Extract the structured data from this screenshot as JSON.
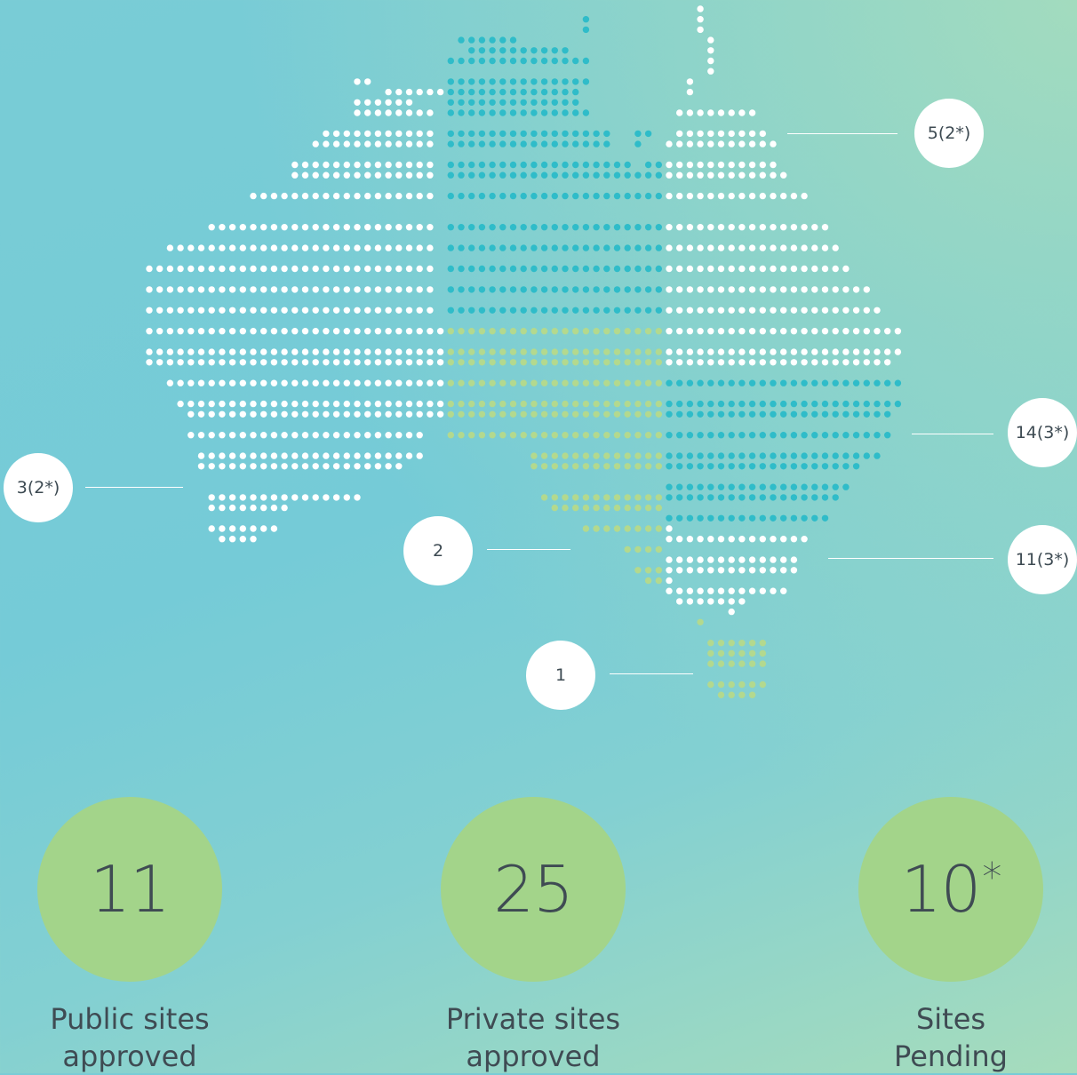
{
  "colors": {
    "dot_default": "#ffffff",
    "dot_teal": "#2fbcc9",
    "dot_green": "#b3d98e",
    "stat_circle": "#a3d48a",
    "text": "#3f4b53"
  },
  "map": {
    "regions": {
      "wa": {
        "count": "3(2*)",
        "dot_color": "white"
      },
      "nt": {
        "dot_color": "teal"
      },
      "sa": {
        "count": "2",
        "dot_color": "green"
      },
      "qld": {
        "count": "5(2*)",
        "dot_color": "white"
      },
      "nsw": {
        "count": "14(3*)",
        "dot_color": "teal"
      },
      "vic": {
        "count": "11(3*)",
        "dot_color": "white"
      },
      "tas": {
        "count": "1",
        "dot_color": "green"
      }
    }
  },
  "stats": [
    {
      "value": "11",
      "sup": "",
      "label_line1": "Public sites",
      "label_line2": "approved"
    },
    {
      "value": "25",
      "sup": "",
      "label_line1": "Private sites",
      "label_line2": "approved"
    },
    {
      "value": "10",
      "sup": "*",
      "label_line1": "Sites",
      "label_line2": "Pending"
    }
  ]
}
